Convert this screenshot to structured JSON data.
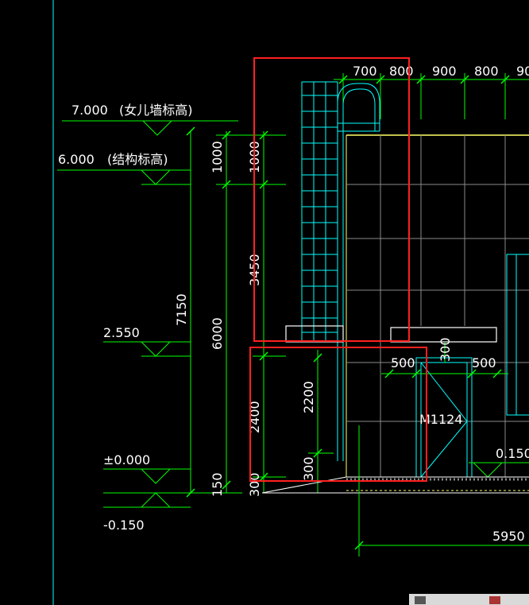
{
  "drawing": {
    "background": "#000000",
    "colors": {
      "dimension_line": "#00ff00",
      "building_outline": "#00ffff",
      "grid": "#8a8a8a",
      "slab_edge": "#ffff66",
      "highlight": "#ff2020",
      "text": "#ffffff"
    },
    "elevations": {
      "parapet": "7.000",
      "parapet_note": "(女儿墙标高)",
      "structure": "6.000",
      "structure_note": "(结构标高)",
      "mid": "2.550",
      "ground": "±0.000",
      "outside": "-0.150",
      "step": "0.150"
    },
    "top_dimensions": [
      "700",
      "800",
      "900",
      "800",
      "90"
    ],
    "vertical_dimensions": {
      "total": "7150",
      "floor": "6000",
      "parapet": "1000",
      "parapet_inner": "1000",
      "upper": "3450",
      "lower": "2400",
      "door_height": "2200",
      "sill": "300",
      "base_left": "150",
      "base_right": "300"
    },
    "door": {
      "label": "M1124",
      "side_left": "500",
      "side_right": "500",
      "head": "300"
    },
    "bottom_dimension": "5950"
  }
}
